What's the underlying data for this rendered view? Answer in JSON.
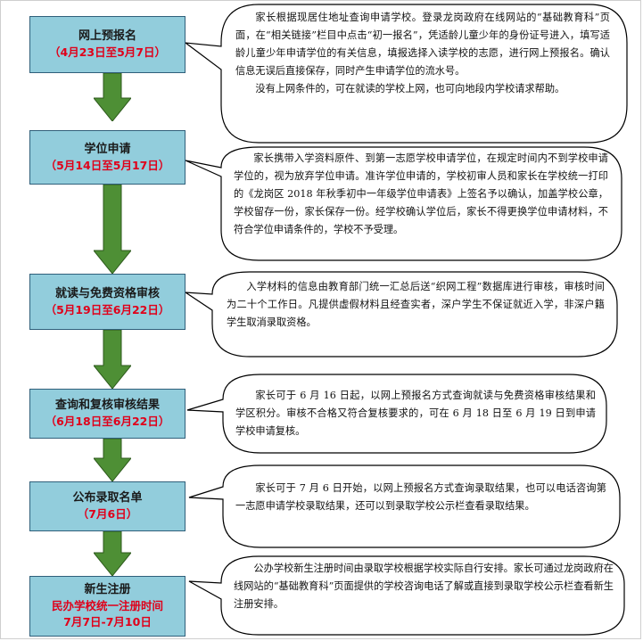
{
  "steps": [
    {
      "title": "网上预报名",
      "date": "（4月23日至5月7日）",
      "description": [
        "家长根据现居住地址查询申请学校。登录龙岗政府在线网站的“基础教育科”页面，在“相关链接”栏目中点击“初一报名”，凭适龄儿童少年的身份证号进入，填写适龄儿童少年申请学位的有关信息，填报选择入读学校的志愿，进行网上预报名。确认信息无误后直接保存，同时产生申请学位的流水号。",
        "没有上网条件的，可在就读的学校上网，也可向地段内学校请求帮助。"
      ]
    },
    {
      "title": "学位申请",
      "date": "（5月14日至5月17日）",
      "description": [
        "家长携带入学资料原件、到第一志愿学校申请学位，在规定时间内不到学校申请学位的，视为放弃学位申请。准许学位申请的，学校初审人员和家长在学校统一打印的《龙岗区 2018 年秋季初中一年级学位申请表》上签名予以确认，加盖学校公章，学校留存一份，家长保存一份。经学校确认学位后，家长不得更换学位申请材料，不符合学位申请条件的，学校不予受理。"
      ]
    },
    {
      "title": "就读与免费资格审核",
      "date": "（5月19日至6月22日）",
      "description": [
        "入学材料的信息由教育部门统一汇总后送“织网工程”数据库进行审核，审核时间为二十个工作日。凡提供虚假材料且经查实者，深户学生不保证就近入学，非深户籍学生取消录取资格。"
      ]
    },
    {
      "title": "查询和复核审核结果",
      "date": "（6月18日至6月22日）",
      "description": [
        "家长可于 6 月 16 日起，以网上预报名方式查询就读与免费资格审核结果和学区积分。审核不合格又符合复核要求的，可在 6 月 18 日至 6 月 19 日到申请学校申请复核。"
      ]
    },
    {
      "title": "公布录取名单",
      "date": "（7月6日）",
      "description": [
        "家长可于 7 月 6 日开始，以网上预报名方式查询录取结果，也可以电话咨询第一志愿申请学校录取结果，还可以到录取学校公示栏查看录取结果。"
      ]
    },
    {
      "title": "新生注册",
      "subtitle": "民办学校统一注册时间",
      "date": "7月7日-7月10日",
      "description": [
        "公办学校新生注册时间由录取学校根据学校实际自行安排。家长可通过龙岗政府在线网站的“基础教育科”页面提供的学校咨询电话了解或直接到录取学校公示栏查看新生注册安排。"
      ]
    }
  ],
  "colors": {
    "box_fill": "#92cddc",
    "box_border": "#2f5f7a",
    "arrow_fill": "#4e8f35",
    "date_text": "#e0001a"
  }
}
